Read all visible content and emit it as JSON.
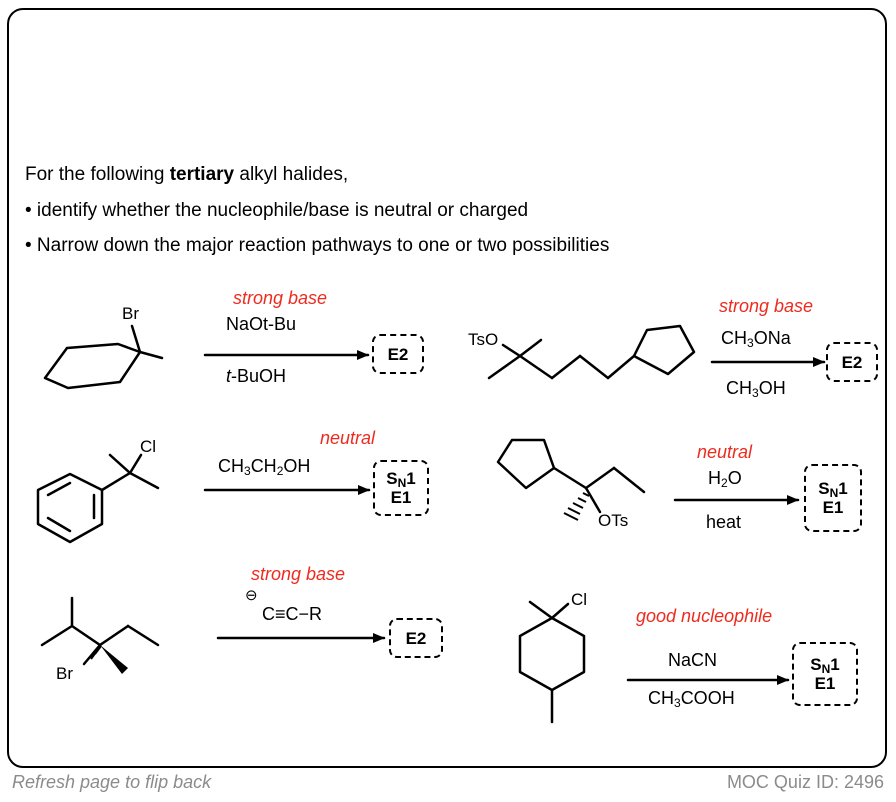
{
  "intro": {
    "line1_pre": "For the following ",
    "line1_bold": "tertiary",
    "line1_post": " alkyl halides,",
    "bullet1": "• identify whether the nucleophile/base is neutral or charged",
    "bullet2": "• Narrow down the major reaction pathways to one or two possibilities"
  },
  "reactions": [
    {
      "condition": "strong base",
      "reagent_above": "NaOt-Bu",
      "reagent_below_pre": "t",
      "reagent_below_post": "-BuOH",
      "product": "E2",
      "substrate_label": "Br"
    },
    {
      "condition": "strong base",
      "reagent_above_a": "CH",
      "reagent_above_b": "3",
      "reagent_above_c": "ONa",
      "reagent_below_a": "CH",
      "reagent_below_b": "3",
      "reagent_below_c": "OH",
      "product": "E2",
      "substrate_label": "TsO"
    },
    {
      "condition": "neutral",
      "reagent_above_a": "CH",
      "reagent_above_b": "3",
      "reagent_above_c": "CH",
      "reagent_above_d": "2",
      "reagent_above_e": "OH",
      "product_a": "S",
      "product_b": "N",
      "product_c": "1",
      "product_d": "E1",
      "substrate_label": "Cl"
    },
    {
      "condition": "neutral",
      "reagent_above_a": "H",
      "reagent_above_b": "2",
      "reagent_above_c": "O",
      "reagent_below": "heat",
      "product_a": "S",
      "product_b": "N",
      "product_c": "1",
      "product_d": "E1",
      "substrate_label": "OTs"
    },
    {
      "condition": "strong base",
      "reagent_charge": "⊖",
      "reagent_above": "C≡C−R",
      "product": "E2",
      "substrate_label": "Br"
    },
    {
      "condition": "good nucleophile",
      "reagent_above": "NaCN",
      "reagent_below_a": "CH",
      "reagent_below_b": "3",
      "reagent_below_c": "COOH",
      "product_a": "S",
      "product_b": "N",
      "product_c": "1",
      "product_d": "E1",
      "substrate_label": "Cl"
    }
  ],
  "footer": {
    "left": "Refresh page to flip back",
    "right": "MOC Quiz ID: 2496"
  }
}
